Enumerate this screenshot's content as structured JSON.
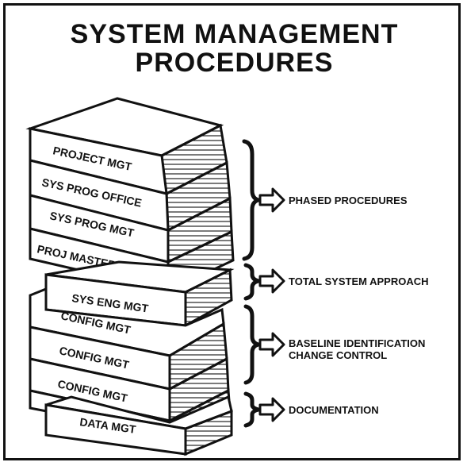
{
  "title": {
    "line1": "SYSTEM MANAGEMENT",
    "line2": "PROCEDURES"
  },
  "books": [
    "PROJECT MGT",
    "SYS PROG OFFICE",
    "SYS PROG MGT",
    "PROJ MASTER PLAN",
    "SYS ENG MGT",
    "CONFIG MGT",
    "CONFIG MGT",
    "CONFIG MGT",
    "DATA MGT"
  ],
  "procedures": {
    "phased": "PHASED PROCEDURES",
    "total_system": "TOTAL SYSTEM APPROACH",
    "baseline_line1": "BASELINE IDENTIFICATION",
    "baseline_line2": "CHANGE CONTROL",
    "documentation": "DOCUMENTATION"
  }
}
